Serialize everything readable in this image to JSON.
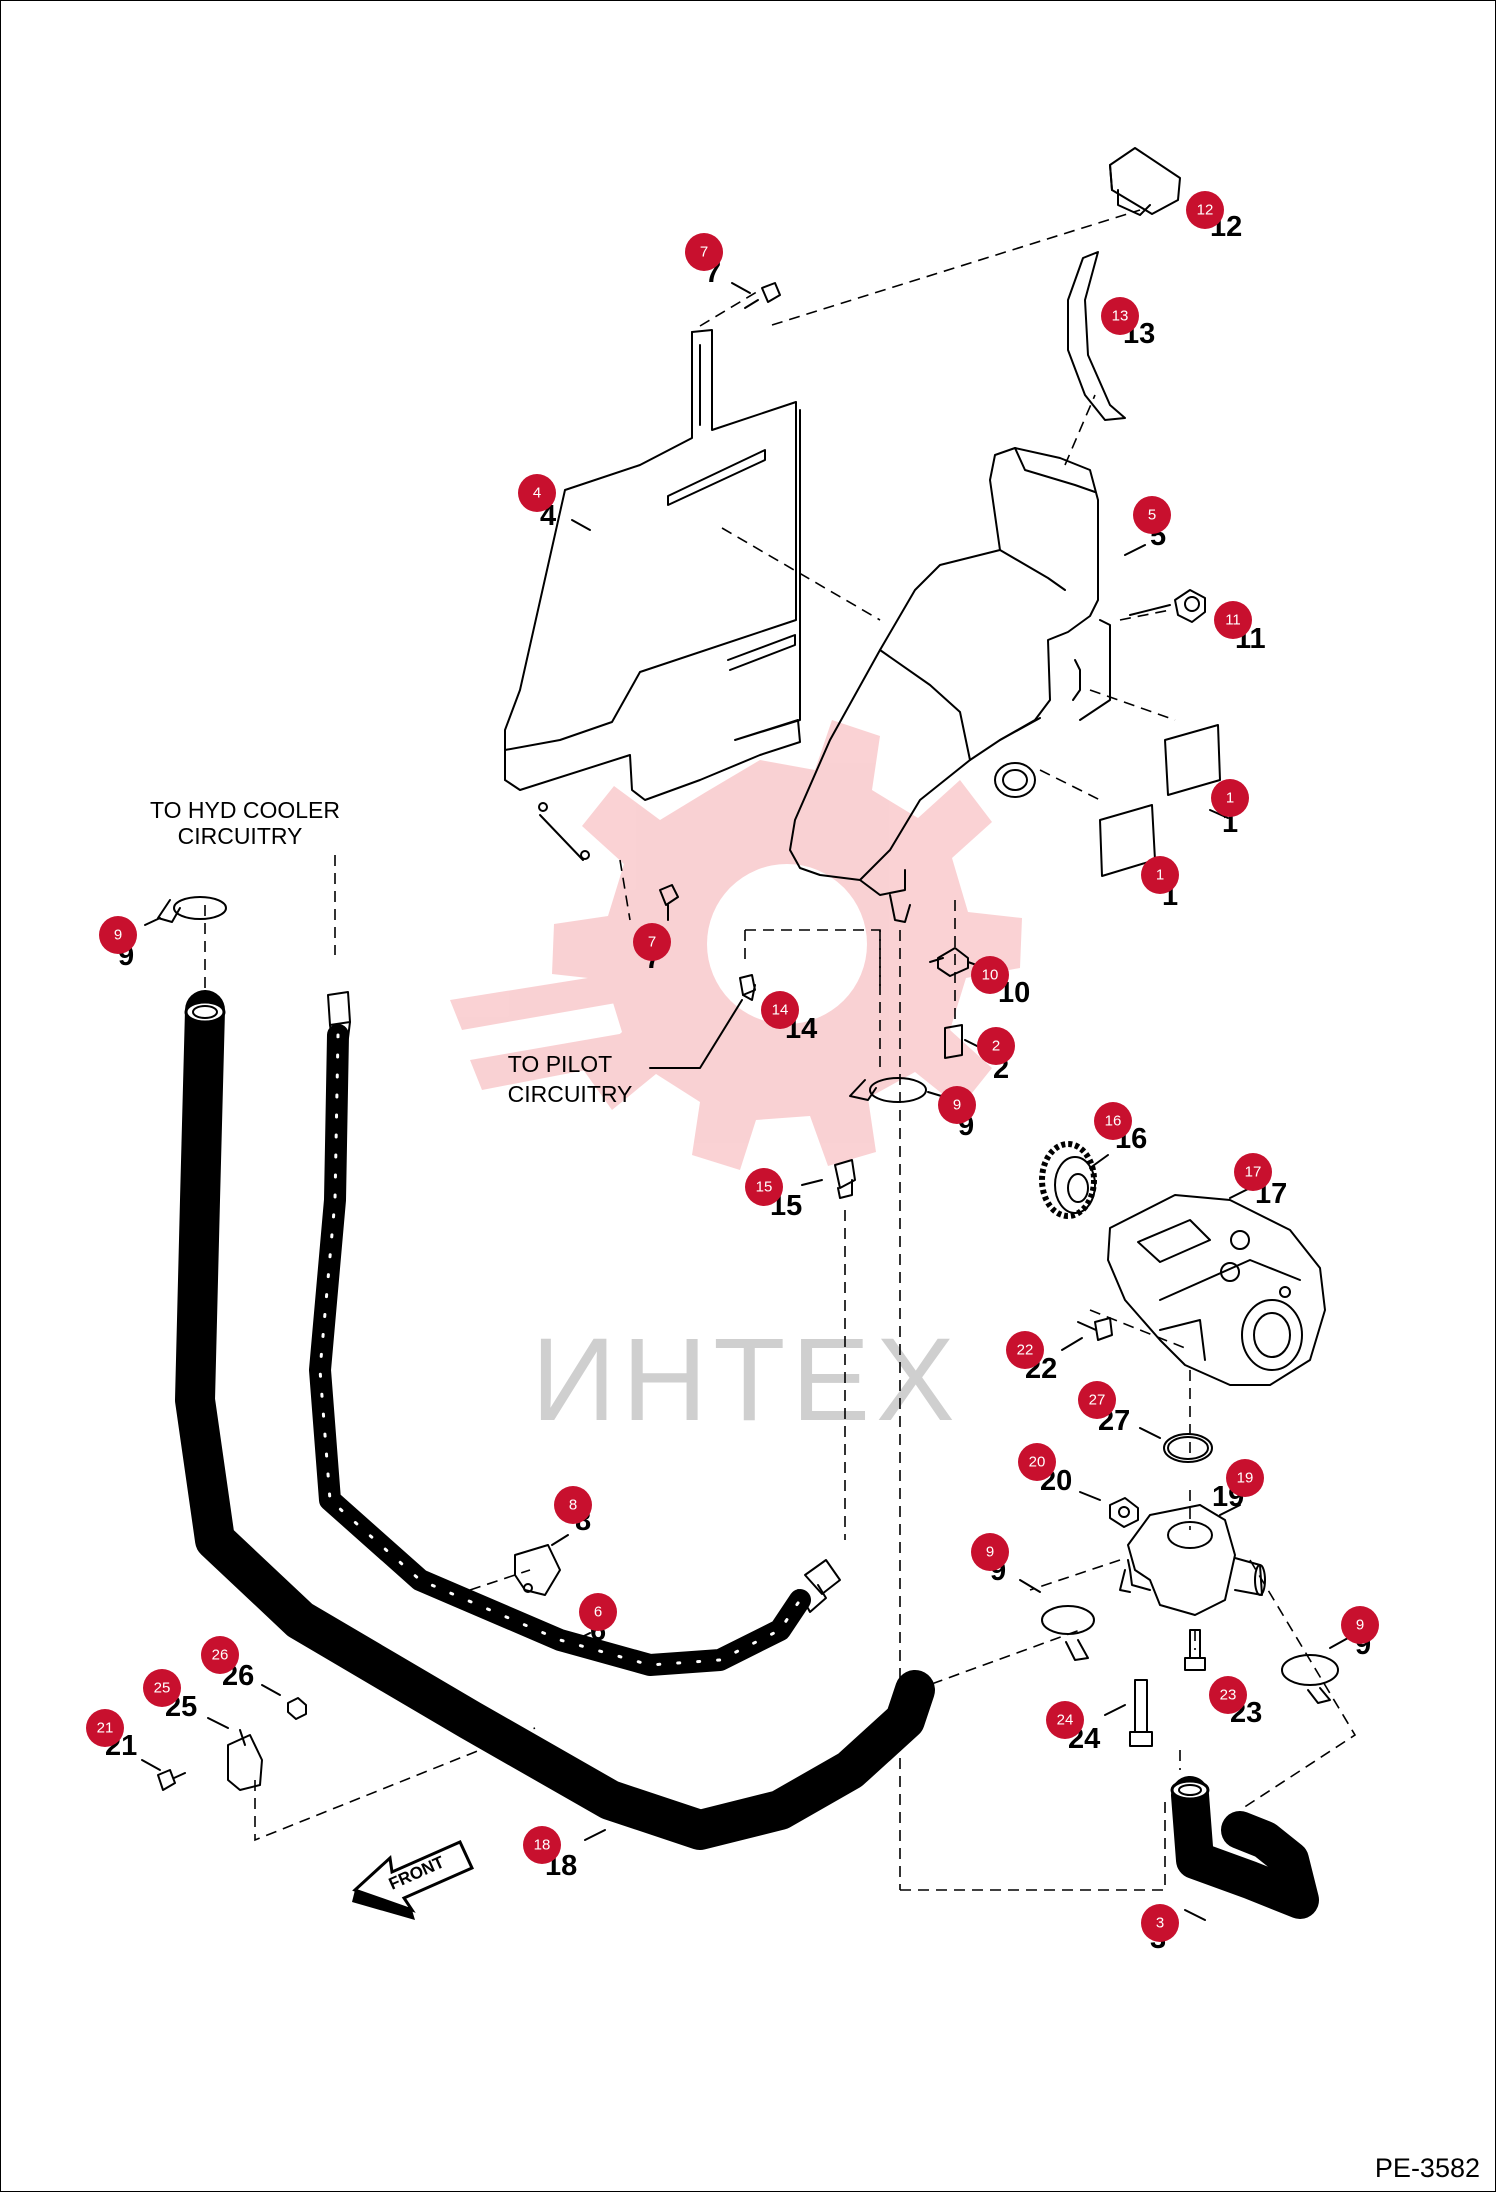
{
  "drawing_code": "PE-3582",
  "watermark": "ИНТЕХ",
  "notes": {
    "hyd_cooler": [
      "TO HYD COOLER",
      "CIRCUITRY"
    ],
    "pilot": [
      "TO PILOT",
      "CIRCUITRY"
    ]
  },
  "front_label": "FRONT",
  "callout_color": "#c8102e",
  "callouts": [
    {
      "id": "c1a",
      "label": "1"
    },
    {
      "id": "c1b",
      "label": "1"
    },
    {
      "id": "c2",
      "label": "2"
    },
    {
      "id": "c3",
      "label": "3"
    },
    {
      "id": "c4",
      "label": "4"
    },
    {
      "id": "c5",
      "label": "5"
    },
    {
      "id": "c6",
      "label": "6"
    },
    {
      "id": "c7a",
      "label": "7"
    },
    {
      "id": "c7b",
      "label": "7"
    },
    {
      "id": "c8",
      "label": "8"
    },
    {
      "id": "c9a",
      "label": "9"
    },
    {
      "id": "c9b",
      "label": "9"
    },
    {
      "id": "c9c",
      "label": "9"
    },
    {
      "id": "c9d",
      "label": "9"
    },
    {
      "id": "c10",
      "label": "10"
    },
    {
      "id": "c11",
      "label": "11"
    },
    {
      "id": "c12",
      "label": "12"
    },
    {
      "id": "c13",
      "label": "13"
    },
    {
      "id": "c14",
      "label": "14"
    },
    {
      "id": "c15",
      "label": "15"
    },
    {
      "id": "c16",
      "label": "16"
    },
    {
      "id": "c17",
      "label": "17"
    },
    {
      "id": "c18",
      "label": "18"
    },
    {
      "id": "c19",
      "label": "19"
    },
    {
      "id": "c20",
      "label": "20"
    },
    {
      "id": "c21",
      "label": "21"
    },
    {
      "id": "c22",
      "label": "22"
    },
    {
      "id": "c23",
      "label": "23"
    },
    {
      "id": "c24",
      "label": "24"
    },
    {
      "id": "c25",
      "label": "25"
    },
    {
      "id": "c26",
      "label": "26"
    },
    {
      "id": "c27",
      "label": "27"
    }
  ]
}
